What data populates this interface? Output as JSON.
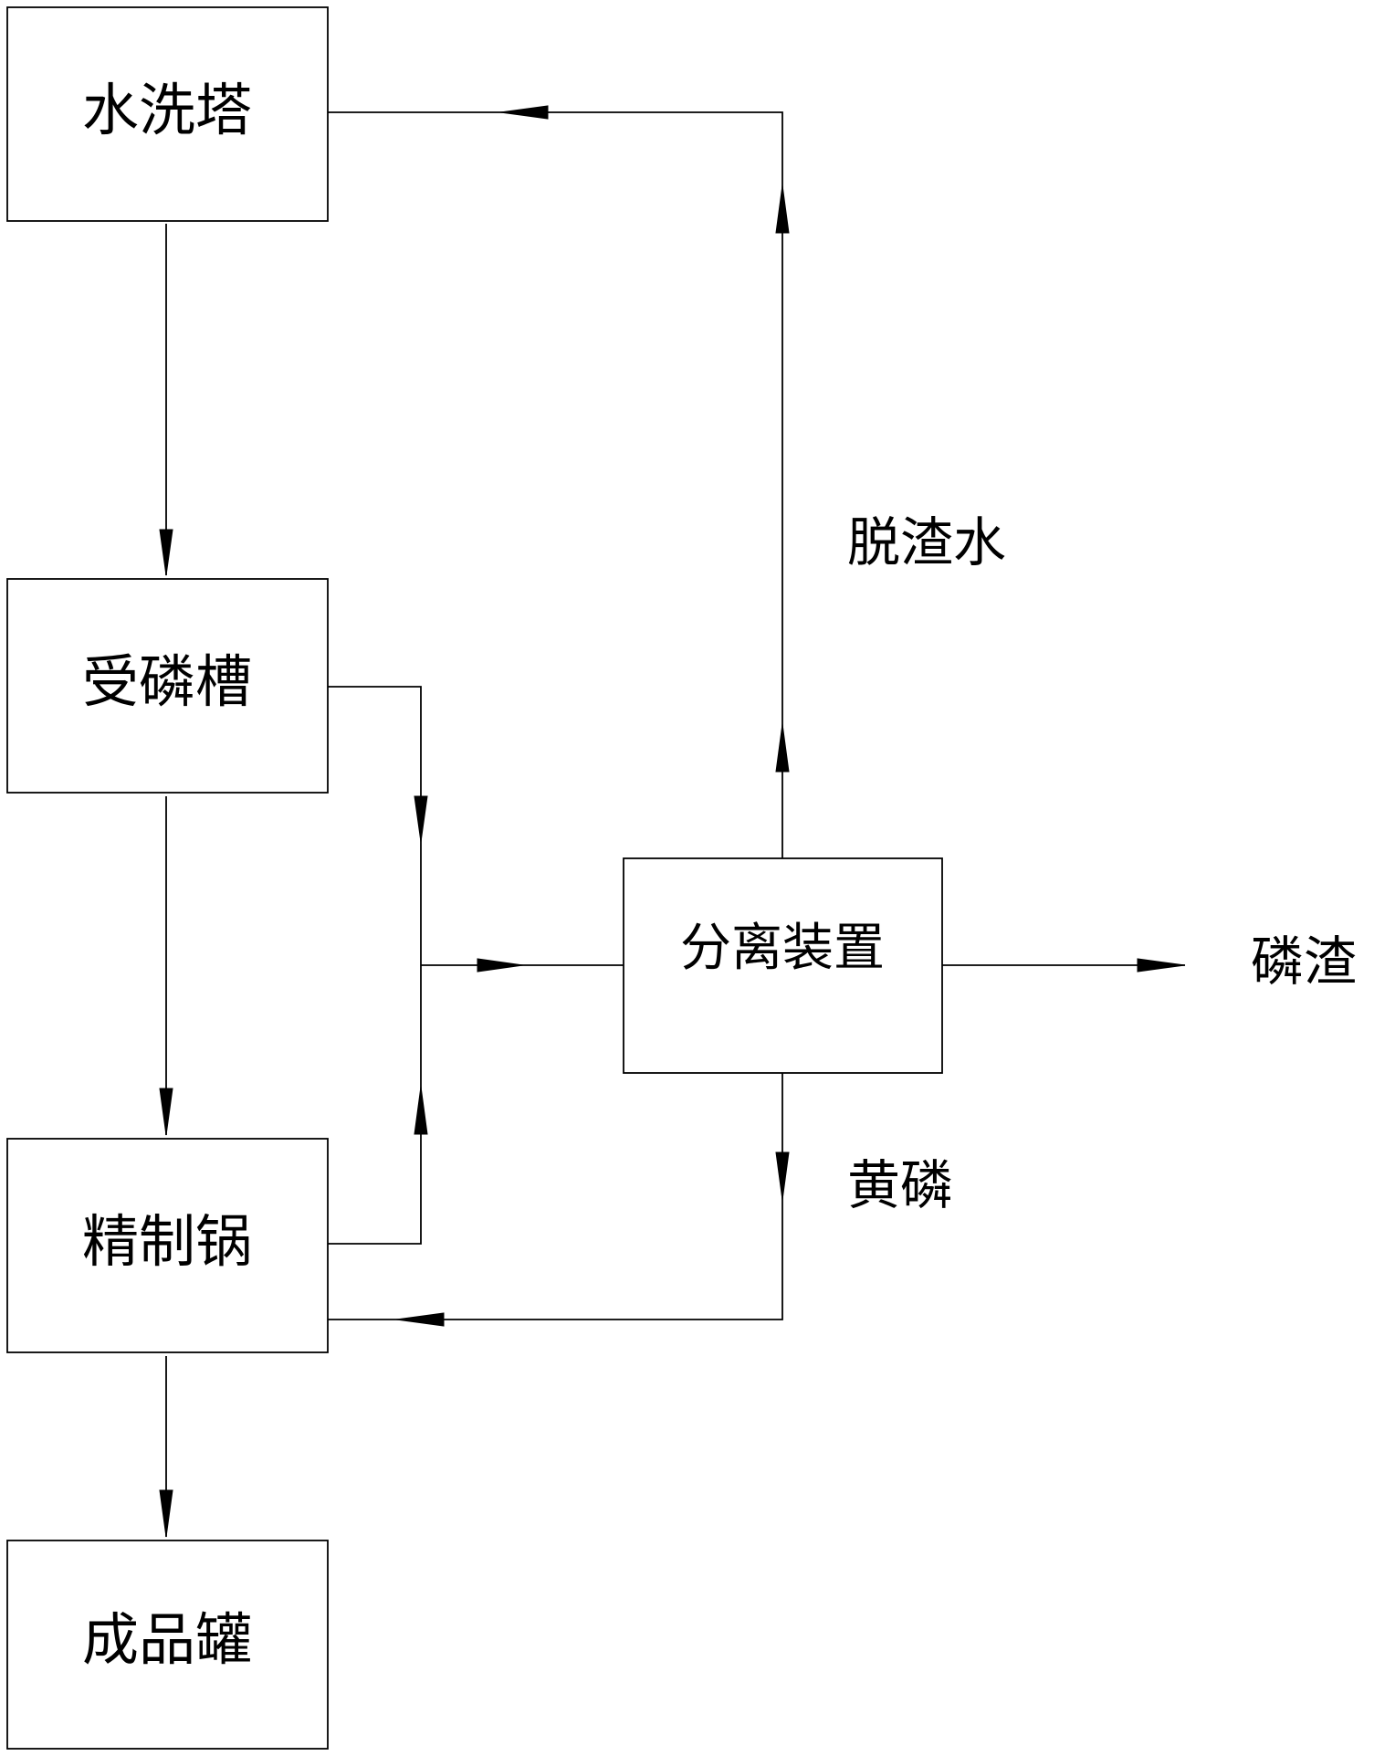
{
  "nodes": {
    "washing_tower": "水洗塔",
    "receiving_tank": "受磷槽",
    "refining_pot": "精制锅",
    "product_tank": "成品罐",
    "separator": "分离装置"
  },
  "labels": {
    "deslagged_water": "脱渣水",
    "phosphorus_slag": "磷渣",
    "yellow_phosphorus": "黄磷"
  }
}
